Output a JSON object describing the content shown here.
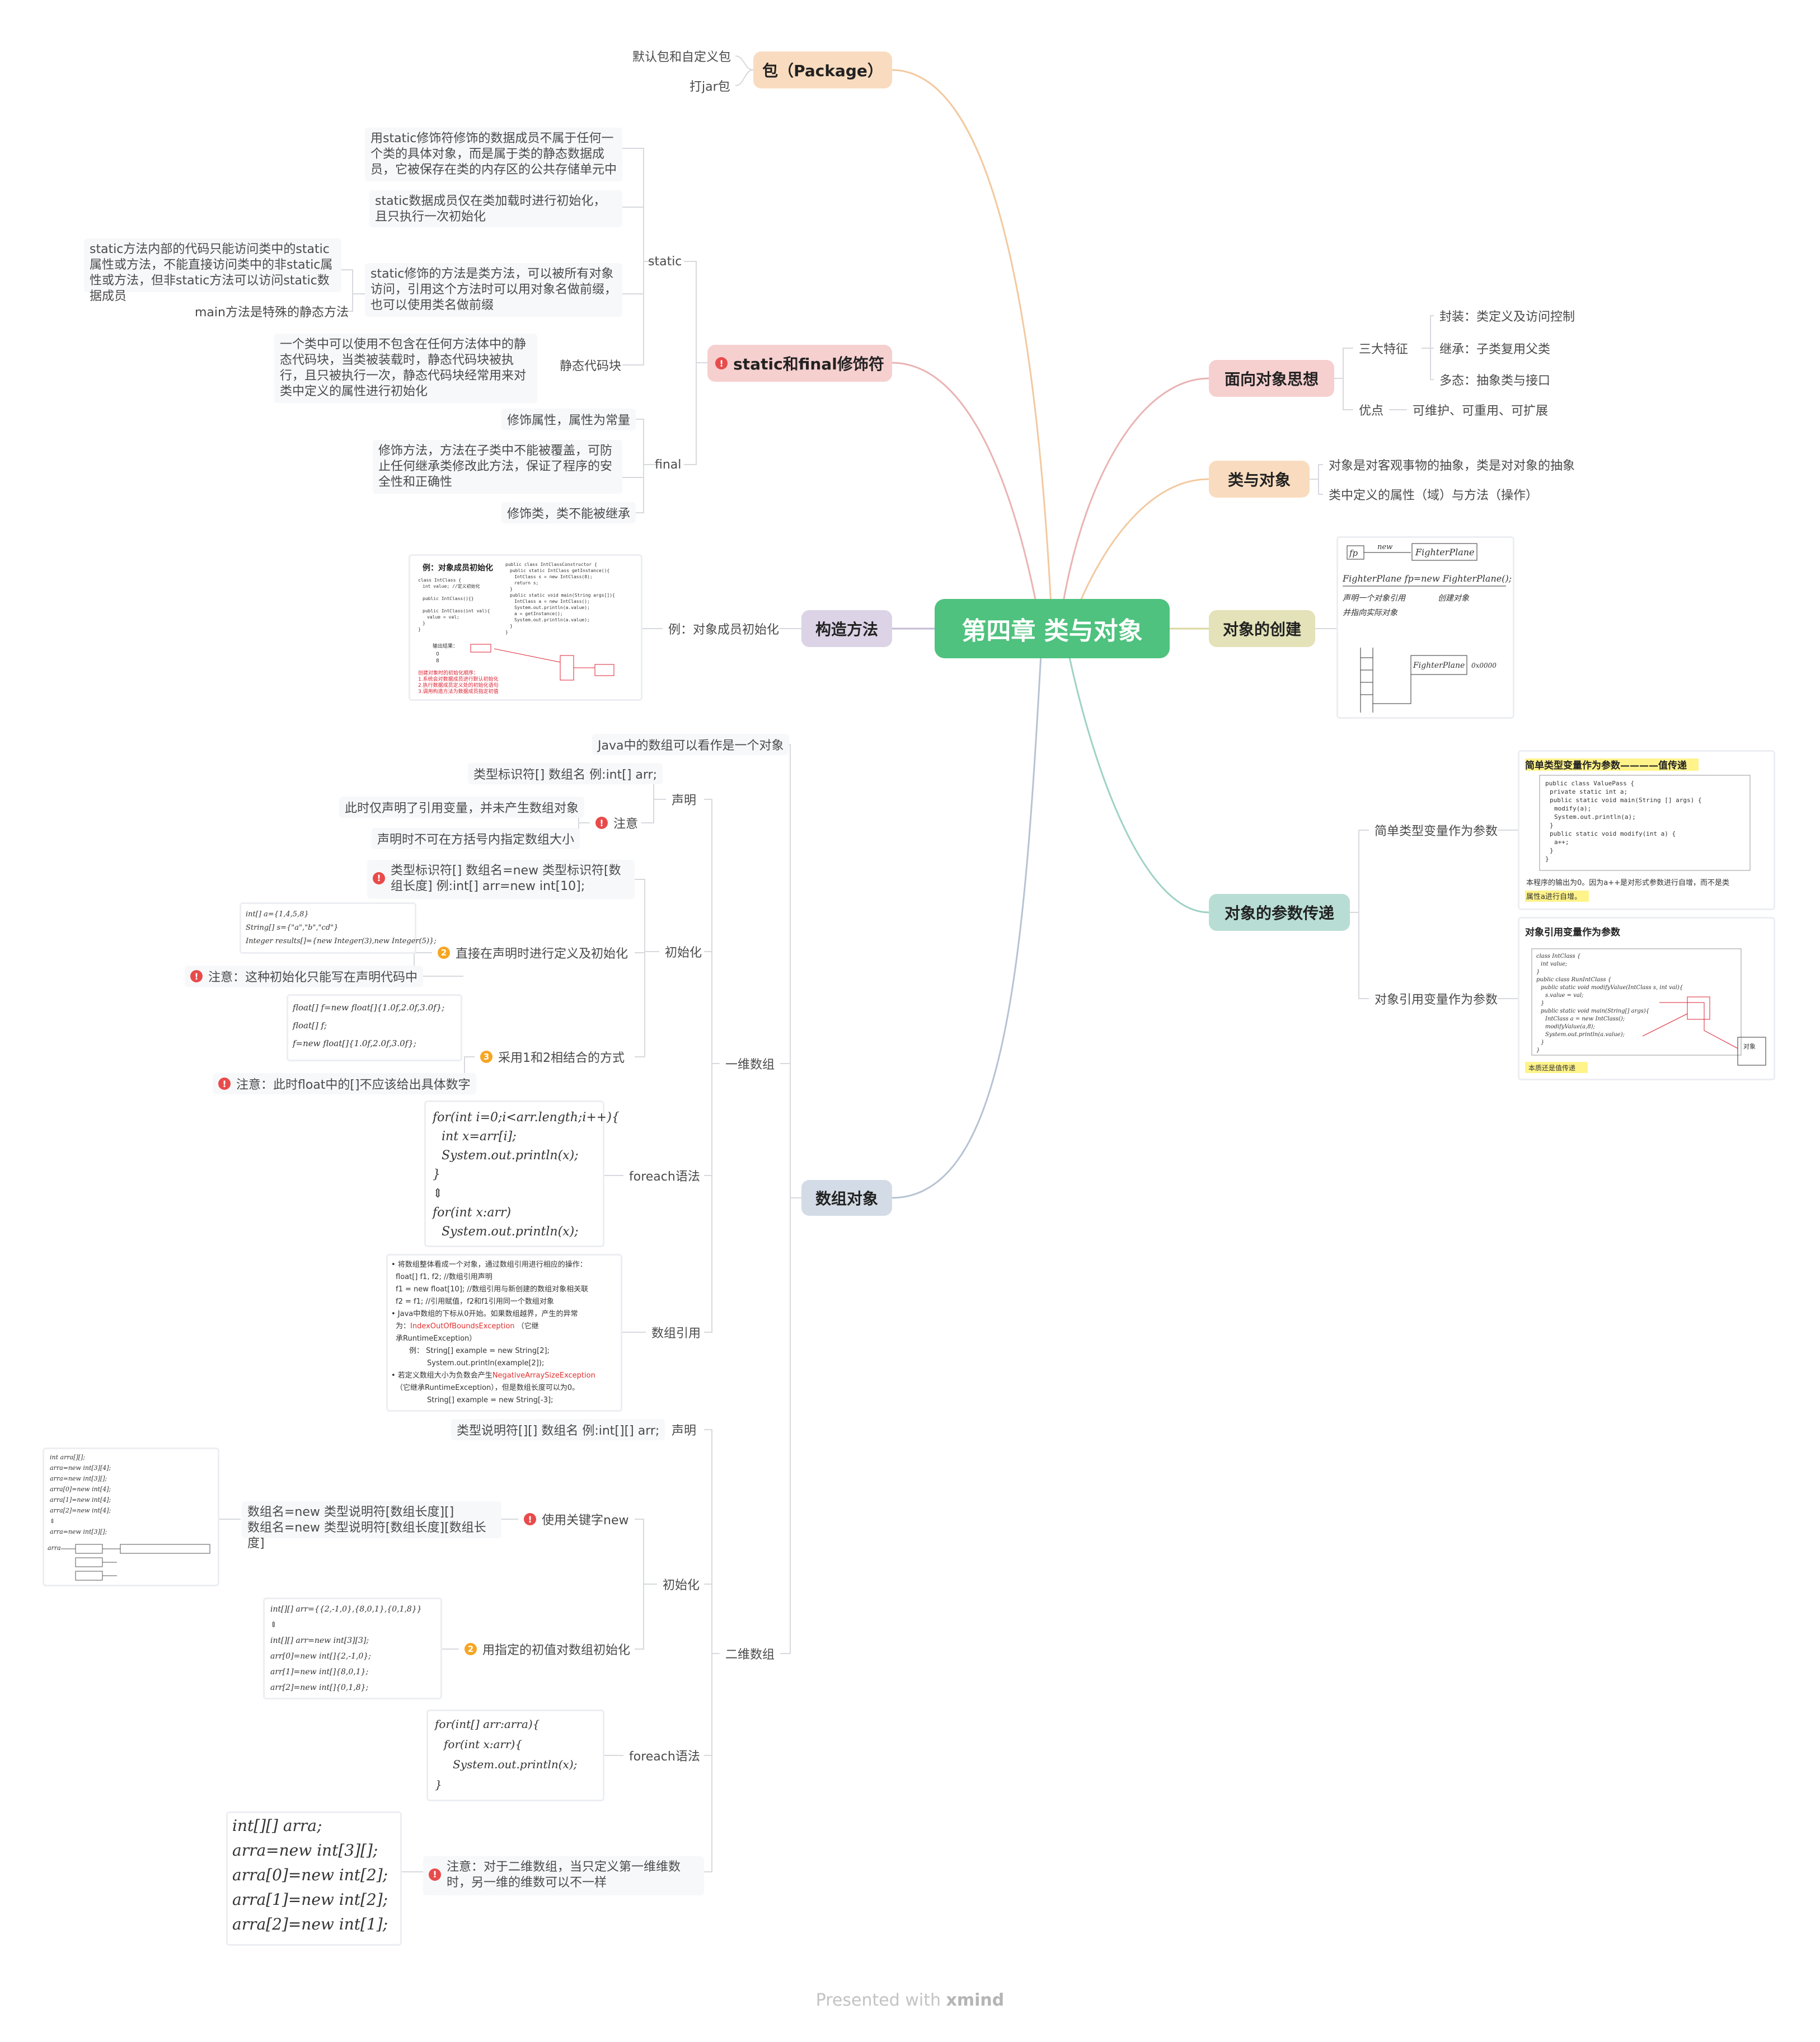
{
  "root": {
    "label": "第四章 类与对象"
  },
  "package": {
    "label": "包（Package）",
    "children": [
      "默认包和自定义包",
      "打jar包"
    ]
  },
  "static_final": {
    "label": "static和final修饰符",
    "static": {
      "label": "static",
      "items": [
        "用static修饰符修饰的数据成员不属于任何一个类的具体对象，而是属于类的静态数据成员，它被保存在类的内存区的公共存储单元中",
        "static数据成员仅在类加载时进行初始化，且只执行一次初始化",
        "static修饰的方法是类方法，可以被所有对象访问，引用这个方法时可以用对象名做前缀，也可以使用类名做前缀"
      ],
      "method_children": [
        "static方法内部的代码只能访问类中的static属性或方法，不能直接访问类中的非static属性或方法，但非static方法可以访问static数据成员",
        "main方法是特殊的静态方法"
      ],
      "block": {
        "label": "静态代码块",
        "text": "一个类中可以使用不包含在任何方法体中的静态代码块，当类被装载时，静态代码块被执行，且只被执行一次，静态代码块经常用来对类中定义的属性进行初始化"
      }
    },
    "final": {
      "label": "final",
      "items": [
        "修饰属性，属性为常量",
        "修饰方法，方法在子类中不能被覆盖，可防止任何继承类修改此方法，保证了程序的安全性和正确性",
        "修饰类，类不能被继承"
      ]
    }
  },
  "constructor": {
    "label": "构造方法",
    "child": "例：对象成员初始化",
    "image": {
      "title": "例：对象成员初始化",
      "code_left": [
        "class IntClass {",
        "  int value; //定义初始化",
        "",
        "  public IntClass(){}",
        "",
        "  public IntClass(int val){",
        "    value = val;",
        "  }",
        "}"
      ],
      "code_right": [
        "public class IntClassConstructor {",
        "  public static IntClass getInstance(){",
        "    IntClass s = new IntClass(8);",
        "    return s;",
        "  }",
        "  public static void main(String args[]){",
        "    IntClass a = new IntClass();",
        "    System.out.println(a.value);",
        "    a = getInstance();",
        "    System.out.println(a.value);",
        "  }",
        "}"
      ],
      "output_label": "输出结果：",
      "output": [
        "0",
        "8"
      ],
      "notes": [
        "创建对象时的初始化顺序：",
        "1.系统会对数据成员进行默认初始化",
        "2.执行数据成员定义处的初始化语句",
        "3.调用构造方法为数据成员指定初值"
      ]
    }
  },
  "array": {
    "label": "数组对象",
    "intro": "Java中的数组可以看作是一个对象",
    "one_d": {
      "label": "一维数组",
      "declare": {
        "label": "声明",
        "syntax": "类型标识符[] 数组名 例:int[] arr;",
        "note_label": "注意",
        "notes": [
          "此时仅声明了引用变量，并未产生数组对象",
          "声明时不可在方括号内指定数组大小"
        ]
      },
      "init": {
        "label": "初始化",
        "items": [
          "类型标识符[] 数组名=new 类型标识符[数组长度] 例:int[] arr=new int[10];",
          "直接在声明时进行定义及初始化",
          "采用1和2相结合的方式"
        ],
        "notes": [
          "注意：这种初始化只能写在声明代码中",
          "注意：此时float中的[]不应该给出具体数字"
        ],
        "code2": [
          "int[] a={1,4,5,8}",
          "String[] s={\"a\",\"b\",\"cd\"}",
          "Integer results[]={new Integer(3),new Integer(5)};"
        ],
        "code3": [
          "float[] f=new float[]{1.0f,2.0f,3.0f};",
          "float[] f;",
          "f=new float[]{1.0f,2.0f,3.0f};"
        ]
      },
      "foreach": {
        "label": "foreach语法",
        "code": [
          "for(int i=0;i<arr.length;i++){",
          "    int x=arr[i];",
          "    System.out.println(x);",
          "}",
          "⇕",
          "for(int x:arr)",
          "    System.out.println(x);"
        ]
      },
      "ref": {
        "label": "数组引用",
        "lines": [
          "• 将数组整体看成一个对象，通过数组引用进行相应的操作：",
          "  float[] f1, f2;         //数组引用声明",
          "  f1 = new float[10];   //数组引用与新创建的数组对象相关联",
          "  f2 = f1;                  //引用赋值，f2和f1引用同一个数组对象",
          "• Java中数组的下标从0开始。如果数组越界，产生的异常",
          "  为：IndexOutOfBoundsException （它继",
          "  承RuntimeException）",
          "        例：  String[] example = new String[2];",
          "                System.out.println(example[2]);",
          "• 若定义数组大小为负数会产生NegativeArraySizeException",
          "  （它继承RuntimeException），但是数组长度可以为0。",
          "                String[] example = new String[-3];"
        ],
        "exceptions": [
          "IndexOutOfBoundsException",
          "NegativeArraySizeException"
        ]
      }
    },
    "two_d": {
      "label": "二维数组",
      "declare": {
        "label": "声明",
        "syntax": "类型说明符[][] 数组名 例:int[][] arr;"
      },
      "init": {
        "label": "初始化",
        "items": [
          "使用关键字new",
          "用指定的初值对数组初始化"
        ],
        "new_forms": [
          "数组名=new 类型说明符[数组长度][]",
          "数组名=new 类型说明符[数组长度][数组长度]"
        ],
        "code_new": [
          "int arra[][];",
          "arra=new int[3][4];",
          "arra=new int[3][];",
          "arra[0]=new int[4];",
          "arra[1]=new int[4];",
          "arra[2]=new int[4];",
          "⇕",
          "arra=new int[3][];"
        ],
        "code_init": [
          "int[][] arr={{2,-1,0},{8,0,1},{0,1,8}}",
          "⇕",
          "int[][] arr=new int[3][3];",
          "arr[0]=new int[]{2,-1,0};",
          "arr[1]=new int[]{8,0,1};",
          "arr[2]=new int[]{0,1,8};"
        ]
      },
      "foreach": {
        "label": "foreach语法",
        "code": [
          "for(int[] arr:arra){",
          "    for(int x:arr){",
          "        System.out.println(x);",
          "}"
        ]
      },
      "note": "注意：对于二维数组，当只定义第一维维数时，另一维的维数可以不一样",
      "code_note": [
        "int[][] arra;",
        "arra=new int[3][];",
        "arra[0]=new int[2];",
        "arra[1]=new int[2];",
        "arra[2]=new int[1];"
      ]
    }
  },
  "oop": {
    "label": "面向对象思想",
    "features_label": "三大特征",
    "features": [
      "封装：类定义及访问控制",
      "继承：子类复用父类",
      "多态：抽象类与接口"
    ],
    "advantage_label": "优点",
    "advantage": "可维护、可重用、可扩展"
  },
  "class_obj": {
    "label": "类与对象",
    "children": [
      "对象是对客观事物的抽象，类是对对象的抽象",
      "类中定义的属性（域）与方法（操作）"
    ]
  },
  "creation": {
    "label": "对象的创建",
    "image": {
      "lines": [
        "fp",
        "new",
        "FighterPlane",
        "FighterPlane fp=new FighterPlane();",
        "声明一个对象引用",
        "创建对象",
        "并指向实际对象",
        "FighterPlane",
        "0x0000"
      ]
    }
  },
  "param": {
    "label": "对象的参数传递",
    "simple": {
      "label": "简单类型变量作为参数",
      "title": "简单类型变量作为参数————值传递",
      "code": [
        "public class ValuePass {",
        "  private static int a;",
        "  public static void main(String [] args) {",
        "    modify(a);",
        "    System.out.println(a);",
        "  }",
        "  public static void modify(int a) {",
        "    a++;",
        "  }",
        "}"
      ],
      "caption_1": "本程序的输出为0。因为a++是对形式参数进行自增，而不是类",
      "caption_2": "属性a进行自增。"
    },
    "reference": {
      "label": "对象引用变量作为参数",
      "title": "对象引用变量作为参数",
      "code": [
        "class IntClass {",
        "  int value;",
        "}",
        "public class RunIntClass {",
        "  public static void modifyValue(IntClass s, int val){",
        "    s.value = val;",
        "  }",
        "  public static void main(String[] args){",
        "    IntClass a = new IntClass();",
        "    modifyValue(a,8);",
        "    System.out.println(a.value);",
        "  }",
        "}"
      ],
      "box_label": "对象",
      "caption": "本质还是值传递"
    }
  },
  "footer": {
    "prefix": "Presented with ",
    "brand": "xmind"
  },
  "colors": {
    "root": "#4ec27e",
    "package": "#f9dcbf",
    "static_final": "#f6cfcf",
    "constructor": "#dcd3e6",
    "array": "#d3dbe6",
    "oop": "#f6cfcf",
    "class_obj": "#f9dcbf",
    "creation": "#e3e2b8",
    "param": "#b8ddd5"
  }
}
